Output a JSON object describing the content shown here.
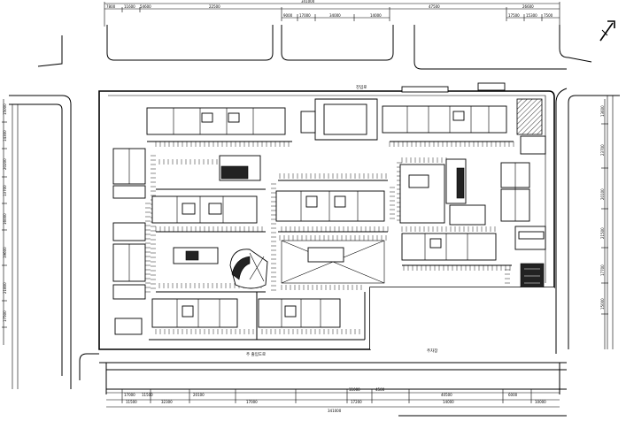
{
  "dimensions_top": {
    "overall": "341000",
    "segments": [
      "7800",
      "11600",
      "54600",
      "",
      "22500",
      "",
      "47500",
      "",
      "26600"
    ],
    "inner_segments": [
      "9000",
      "17000",
      "34000",
      "14000",
      "",
      "17500",
      "15300",
      "7500"
    ]
  },
  "dimensions_left": [
    "15000",
    "14300",
    "20200",
    "13700",
    "16000",
    "19600",
    "21800",
    "17500"
  ],
  "dimensions_right": [
    "13600",
    "23700",
    "20100",
    "21500",
    "17700",
    "15000"
  ],
  "dimensions_bottom": {
    "overall": "341000",
    "segments": [
      "11500",
      "32300",
      "",
      "17000",
      "",
      "",
      "17200",
      "",
      "14000",
      "",
      "10000"
    ],
    "inner_segments": [
      "17000",
      "11500",
      "20100",
      "11000",
      "4500",
      "40500",
      "6000"
    ]
  },
  "labels": {
    "bottom_lot": "주차장",
    "entrance_top": "진입로",
    "road_bottom": "주 출입도로"
  },
  "icons": {
    "north_arrow": "north-arrow-icon"
  }
}
